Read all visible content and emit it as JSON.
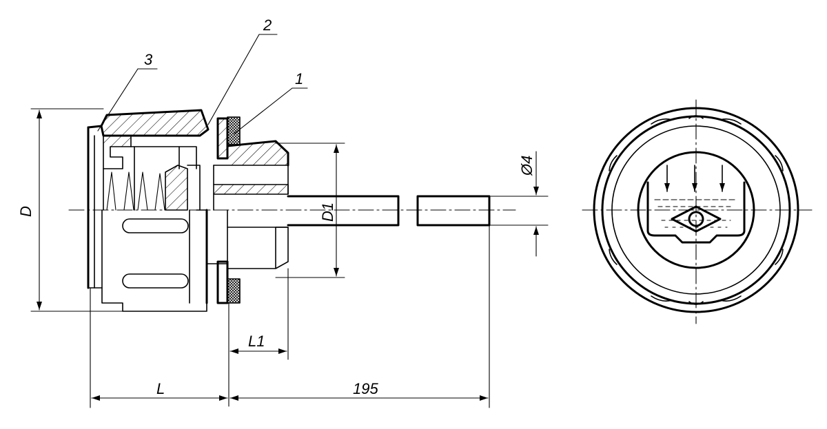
{
  "drawing": {
    "views": [
      "side-section-view",
      "top-view-symbol"
    ]
  },
  "labels": {
    "part_1": "1",
    "part_2": "2",
    "part_3": "3",
    "dim_D": "D",
    "dim_D1": "D1",
    "dim_L": "L",
    "dim_L1": "L1",
    "dim_length": "195",
    "dim_dia": "Ø4"
  }
}
